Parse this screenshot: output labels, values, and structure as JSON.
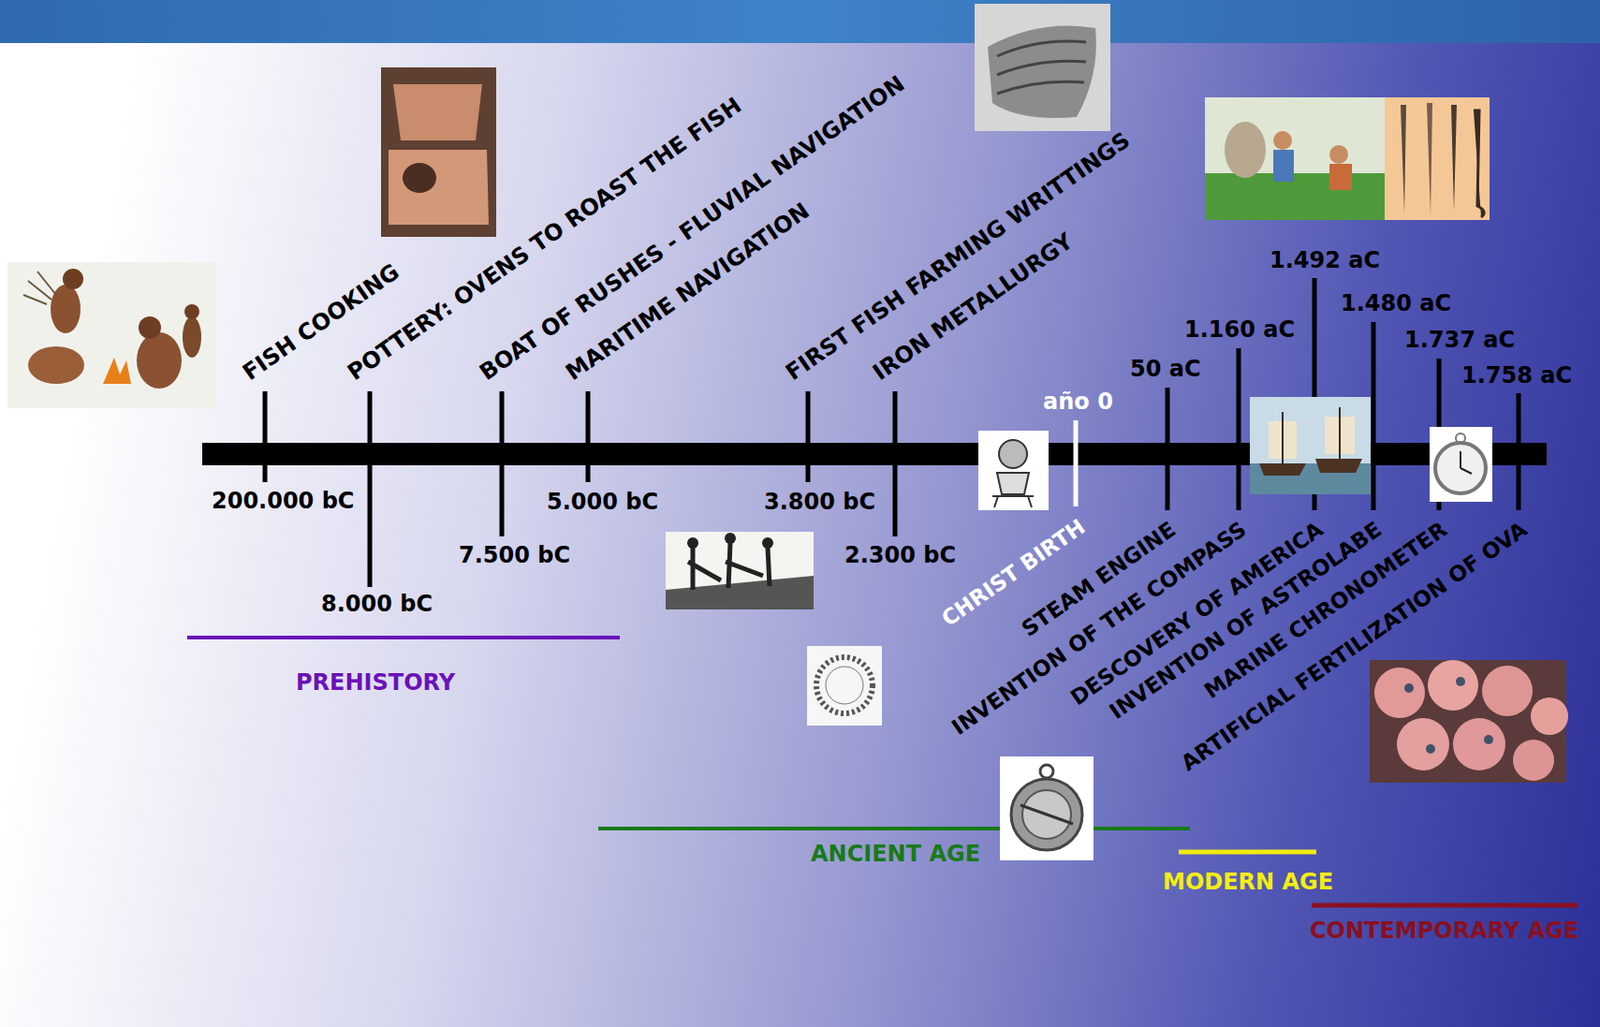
{
  "diagram": {
    "labels": [
      "FISH COOKING",
      "POTTERY: OVENS TO ROAST THE FISH",
      "BOAT OF RUSHES - FLUVIAL NAVIGATION",
      "MARITIME NAVIGATION",
      "FIRST FISH FARMING WRITTINGS",
      "IRON METALLURGY",
      "200.000 bC",
      "8.000 bC",
      "7.500 bC",
      "5.000 bC",
      "3.800 bC",
      "2.300 bC",
      "año 0",
      "50 aC",
      "1.160 aC",
      "1.492 aC",
      "1.480 aC",
      "1.737 aC",
      "1.758 aC",
      "CHRIST BIRTH",
      "STEAM ENGINE",
      "INVENTION OF THE COMPASS",
      "DESCOVERY OF AMERICA",
      "INVENTION OF ASTROLABE",
      "MARINE CHRONOMETER",
      "ARTIFICIAL FERTILIZATION OF OVA",
      "PREHISTORY",
      "ANCIENT AGE",
      "MODERN AGE",
      "CONTEMPORARY AGE"
    ]
  }
}
